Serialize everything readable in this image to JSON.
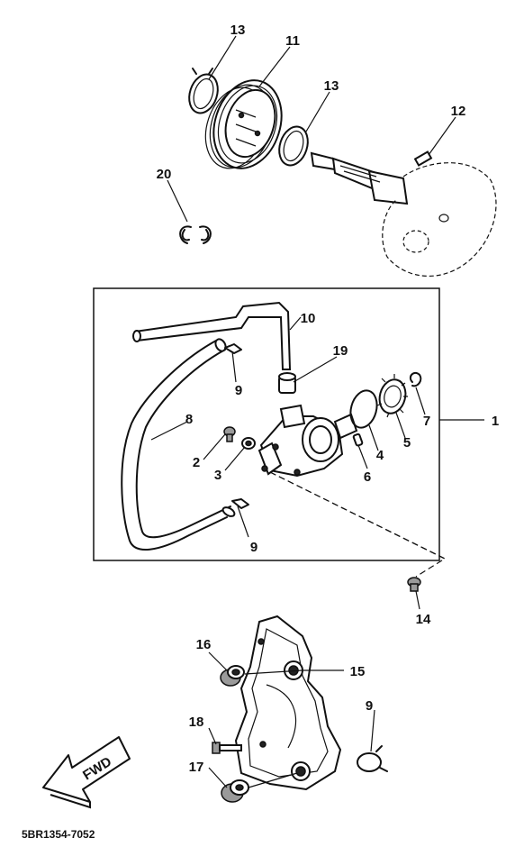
{
  "callouts": {
    "c1": "1",
    "c2": "2",
    "c3": "3",
    "c4": "4",
    "c5": "5",
    "c6": "6",
    "c7": "7",
    "c8": "8",
    "c9a": "9",
    "c9b": "9",
    "c9c": "9",
    "c10": "10",
    "c11": "11",
    "c12": "12",
    "c13a": "13",
    "c13b": "13",
    "c14": "14",
    "c15": "15",
    "c16": "16",
    "c17": "17",
    "c18": "18",
    "c19": "19",
    "c20": "20"
  },
  "fwd_label": "FWD",
  "diagram_code": "5BR1354-7052"
}
